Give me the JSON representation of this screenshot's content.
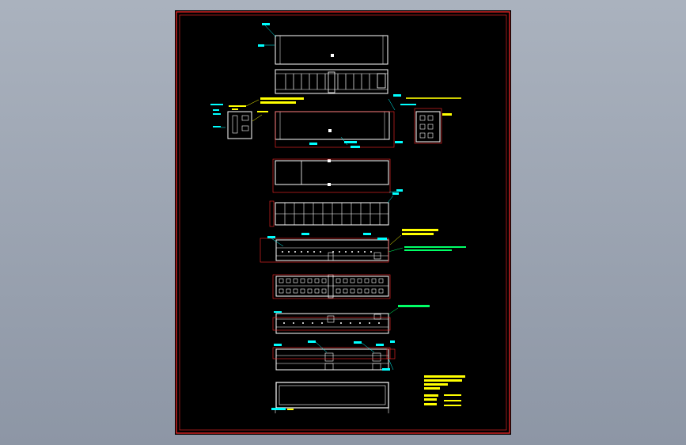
{
  "viewer": {
    "name": "cad-drawing-viewer"
  },
  "colors": {
    "background_top": "#aab2be",
    "background_bottom": "#8d96a5",
    "sheet": "#000000",
    "border": "#ff2a2a",
    "geometry": "#ffffff",
    "dimension": "#00ffff",
    "annotation": "#ffff00",
    "highlight": "#00ff66"
  },
  "drawing": {
    "views": [
      "front-view",
      "top-grille-view",
      "side-view-left",
      "front-view-dimensioned",
      "side-view-right",
      "cover-view",
      "grid-frame-view",
      "rail-assembly-view",
      "perforated-panel-view",
      "mounting-rail-view",
      "channel-view",
      "base-tray-view"
    ],
    "title_block": {
      "label": "title-block"
    }
  }
}
